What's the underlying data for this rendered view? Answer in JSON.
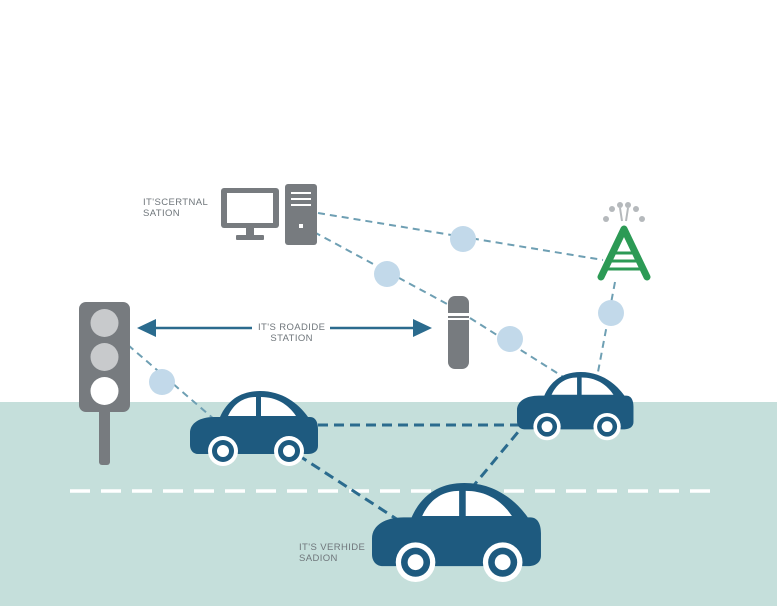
{
  "labels": {
    "central_station": {
      "line1": "IT'SCERTNAL",
      "line2": "SATION"
    },
    "roadside_station": {
      "line1": "IT'S ROADIDE",
      "line2": "STATION"
    },
    "vehicle_station": {
      "line1": "IT'S VERHIDE",
      "line2": "SADION"
    }
  },
  "colors": {
    "road": "#c5dfdb",
    "car": "#1e5a7f",
    "link": "#6e9fb3",
    "node": "#c2d9ea",
    "arrow": "#2b6b8e",
    "device": "#777b7f",
    "antenna": "#2c9a55",
    "lamp_off": "#c8cacc",
    "lamp_on": "#ffffff"
  },
  "icons": [
    "desktop-computer-icon",
    "roadside-unit-icon",
    "antenna-icon",
    "traffic-light-icon",
    "car-icon"
  ]
}
